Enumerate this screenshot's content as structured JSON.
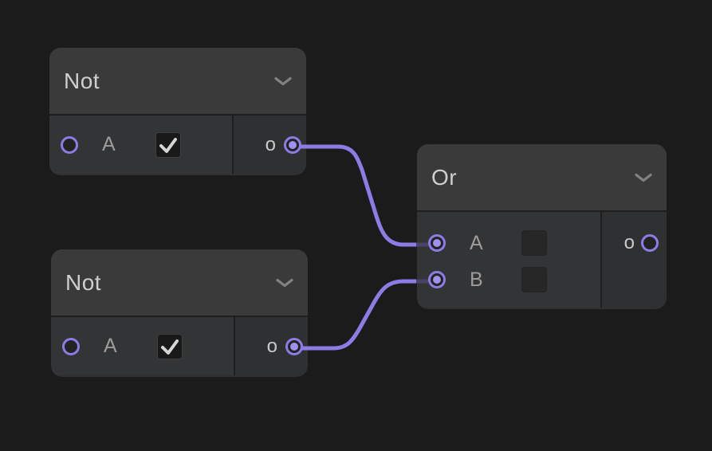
{
  "editor": {
    "background_color": "#1b1b1b",
    "accent_color": "#8c7ce6",
    "dim_wire_color": "#4a4366"
  },
  "nodes": [
    {
      "title": "Not",
      "collapse_icon": "chevron-down-icon",
      "inputs": [
        {
          "label": "A",
          "control": "checkbox",
          "checked": true,
          "socket_connected": false
        }
      ],
      "outputs": [
        {
          "label": "o",
          "socket_connected": true
        }
      ]
    },
    {
      "title": "Not",
      "collapse_icon": "chevron-down-icon",
      "inputs": [
        {
          "label": "A",
          "control": "checkbox",
          "checked": true,
          "socket_connected": false
        }
      ],
      "outputs": [
        {
          "label": "o",
          "socket_connected": true
        }
      ]
    },
    {
      "title": "Or",
      "collapse_icon": "chevron-down-icon",
      "inputs": [
        {
          "label": "A",
          "control": "checkbox",
          "checked": false,
          "socket_connected": true
        },
        {
          "label": "B",
          "control": "checkbox",
          "checked": false,
          "socket_connected": true
        }
      ],
      "outputs": [
        {
          "label": "o",
          "socket_connected": false
        }
      ]
    }
  ],
  "connections": [
    {
      "from_node": "Not (top)",
      "from_output": "o",
      "to_node": "Or",
      "to_input": "A"
    },
    {
      "from_node": "Not (bottom)",
      "from_output": "o",
      "to_node": "Or",
      "to_input": "B"
    }
  ]
}
